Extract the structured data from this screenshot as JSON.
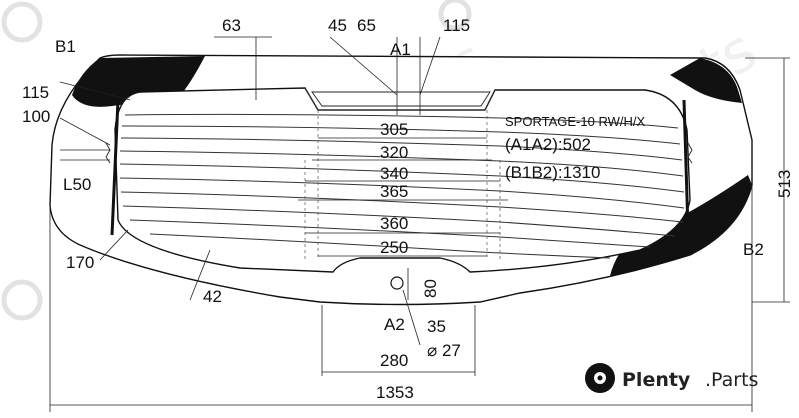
{
  "model_label": "SPORTAGE-10 RW/H/X",
  "a1a2_label": "(A1A2):502",
  "b1b2_label": "(B1B2):1310",
  "points": {
    "a1": "A1",
    "a2": "A2",
    "b1": "B1",
    "b2": "B2"
  },
  "dimensions": {
    "d63": "63",
    "d45": "45",
    "d65": "65",
    "d115_top": "115",
    "d115_left": "115",
    "d100": "100",
    "dL50": "L50",
    "d170": "170",
    "d42": "42",
    "d305": "305",
    "d320": "320",
    "d340": "340",
    "d365": "365",
    "d360": "360",
    "d250": "250",
    "d80": "80",
    "d35": "35",
    "d27": "⌀ 27",
    "d280": "280",
    "d1353": "1353",
    "d513": "513"
  },
  "brand": {
    "name": "Plenty",
    "suffix": ".Parts",
    "watermark": "Plenty.Parts"
  }
}
